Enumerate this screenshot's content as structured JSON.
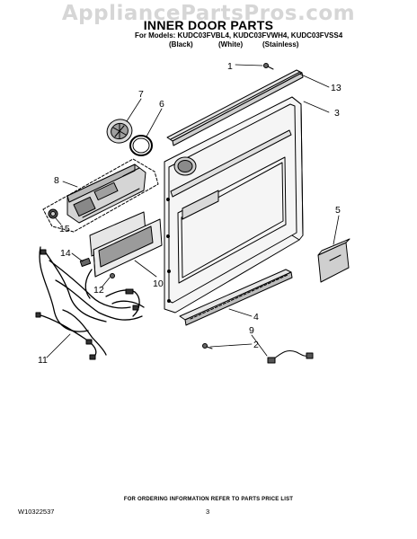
{
  "watermark": "AppliancePartsPros.com",
  "title": "INNER DOOR PARTS",
  "models_line": "For Models: KUDC03FVBL4, KUDC03FVWH4, KUDC03FVSS4",
  "variants": [
    "(Black)",
    "(White)",
    "(Stainless)"
  ],
  "callouts": [
    "1",
    "13",
    "3",
    "7",
    "6",
    "8",
    "15",
    "5",
    "14",
    "12",
    "10",
    "11",
    "4",
    "9",
    "2"
  ],
  "footer_note": "FOR ORDERING INFORMATION REFER TO PARTS PRICE LIST",
  "doc_number": "W10322537",
  "page_number": "3"
}
